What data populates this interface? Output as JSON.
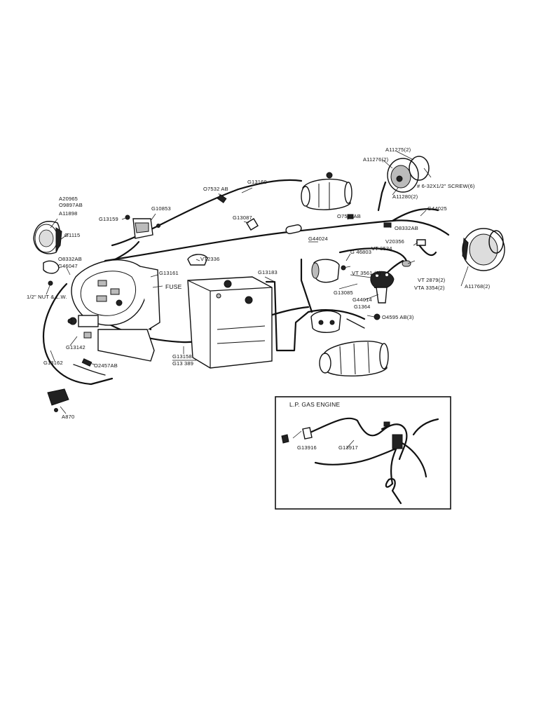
{
  "labels": {
    "a20965": "A20965",
    "o9897ab": "O9897AB",
    "a11898": "A11898",
    "g1115": "G1115",
    "o8332ab_left": "O8332AB",
    "g46047": "G46047",
    "nut_lw": "1/2\" NUT & L.W.",
    "g13159": "G13159",
    "g10853": "G10853",
    "o7532ab_top": "O7532 AB",
    "g13160": "G13160",
    "g13087": "G13087",
    "vt2336": "VT2336",
    "g13161": "G13161",
    "fuse": "FUSE",
    "g13183": "G13183",
    "g13142": "G13142",
    "g13162": "G13162",
    "o2457ab": "O2457AB",
    "a870": "A870",
    "g13158": "G13158",
    "g13389": "G13 389",
    "a11275": "A11275(2)",
    "a11276": "A11276(2)",
    "a11280": "A11280(2)",
    "screw": "# 6-32X1/2\" SCREW(6)",
    "g44025": "G44025",
    "o7532ab_mid": "O7532AB",
    "o8332ab_right": "O8332AB",
    "g44024": "G44024",
    "v20356": "V20356",
    "g46803": "G 46803",
    "vt3534": "VT 3534",
    "vt3561": "VT 3561 (5)",
    "g13085": "G13085",
    "vt2879": "VT 2879(2)",
    "vta3354": "VTA 3354(2)",
    "a11768": "A11768(2)",
    "g44014": "G44014",
    "g1364": "G1364",
    "o4595ab": "O4595 AB(3)",
    "lp_title": "L.P. GAS ENGINE",
    "g13916": "G13916",
    "g13917": "G13917"
  }
}
